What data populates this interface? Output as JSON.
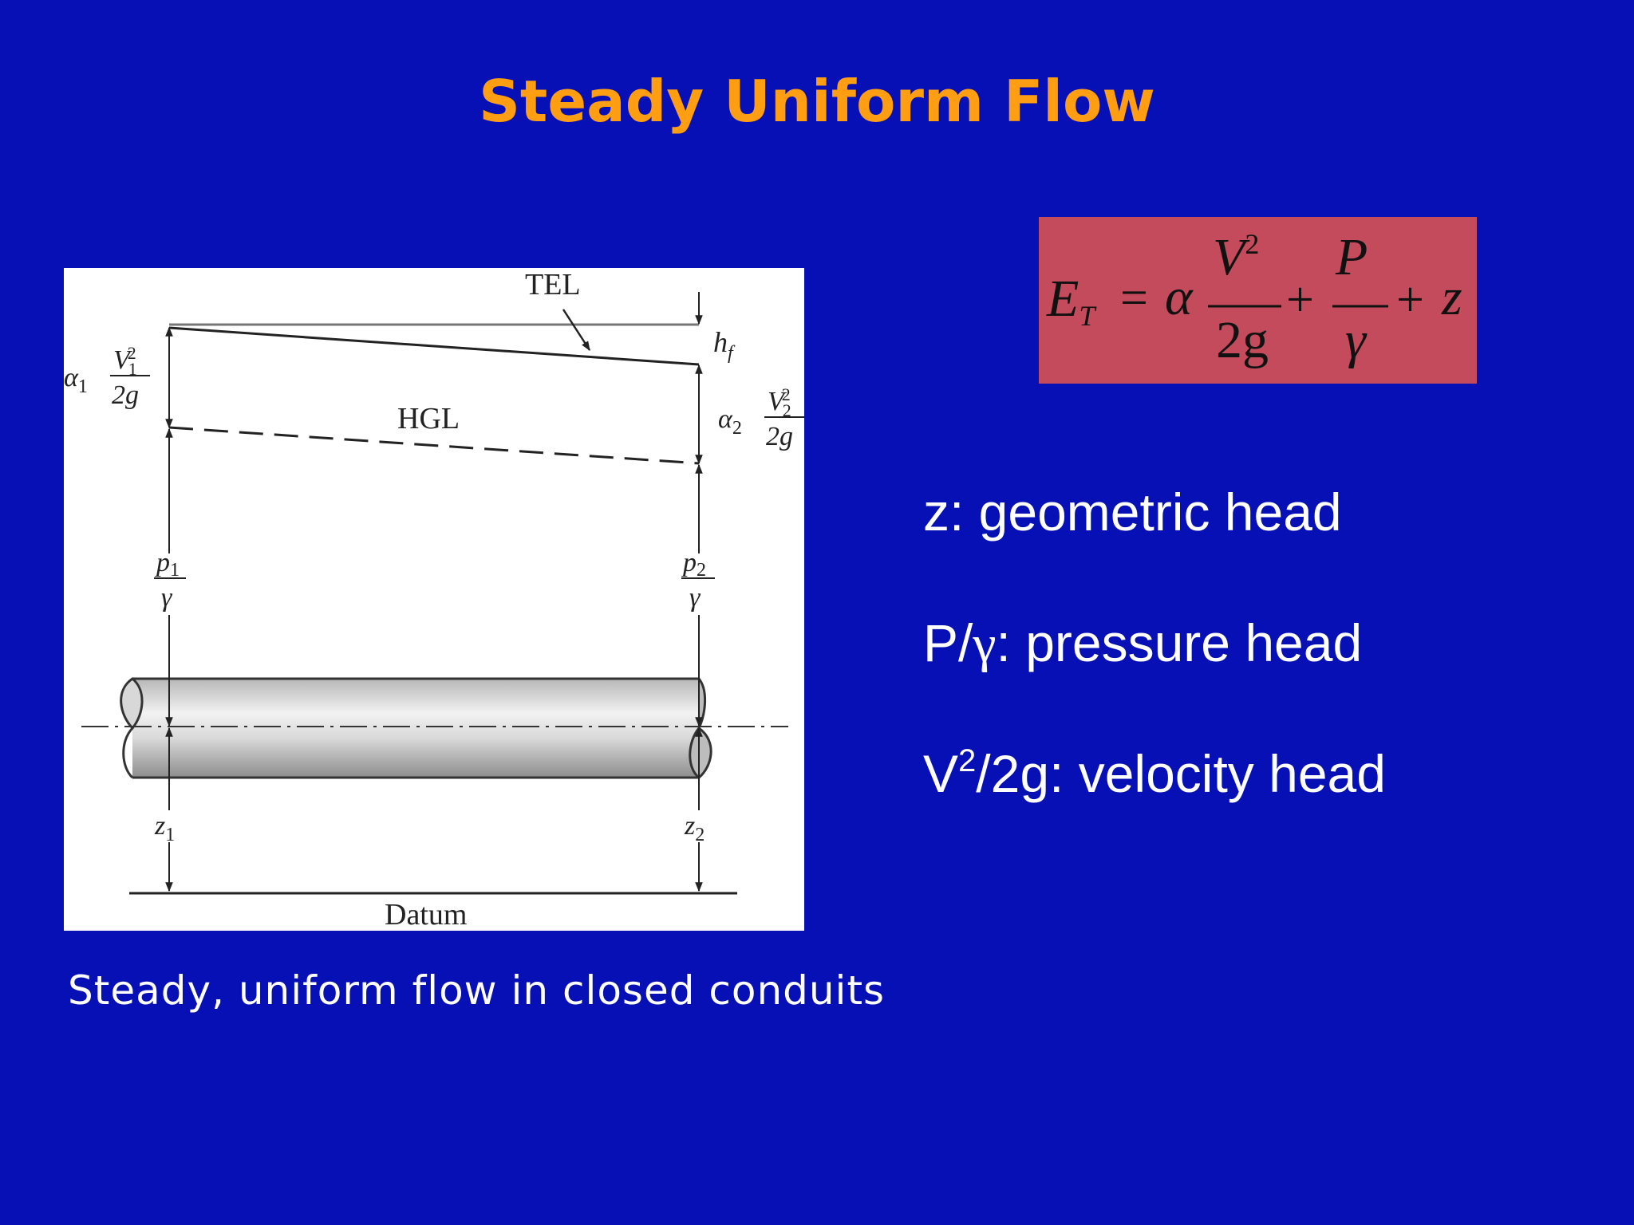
{
  "title": "Steady Uniform Flow",
  "diagram": {
    "tel_label": "TEL",
    "hgl_label": "HGL",
    "datum_label": "Datum",
    "hf_label": "h",
    "hf_sub": "f",
    "alpha1": "α",
    "alpha1_sub": "1",
    "v1": "V",
    "v1_sub": "1",
    "v1_sup": "2",
    "two_g_1": "2g",
    "alpha2": "α",
    "alpha2_sub": "2",
    "v2": "V",
    "v2_sub": "2",
    "v2_sup": "2",
    "two_g_2": "2g",
    "p1": "p",
    "p1_sub": "1",
    "gamma1": "γ",
    "p2": "p",
    "p2_sub": "2",
    "gamma2": "γ",
    "z1": "z",
    "z1_sub": "1",
    "z2": "z",
    "z2_sub": "2"
  },
  "caption": "Steady, uniform flow in closed conduits",
  "equation": {
    "lhs": "E",
    "lhs_sub": "T",
    "equals": "=",
    "alpha": "α",
    "v": "V",
    "v_sup": "2",
    "two_g": "2g",
    "plus1": "+",
    "p": "P",
    "gamma": "γ",
    "plus2": "+",
    "z": "z"
  },
  "definitions": {
    "geometric": "z: geometric head",
    "pressure_p": "P/",
    "pressure_gamma": "γ",
    "pressure_rest": ": pressure head",
    "velocity_v": "V",
    "velocity_sup": "2",
    "velocity_rest": "/2g: velocity head"
  },
  "colors": {
    "background": "#0610b4",
    "title": "#ff9e12",
    "equation_box": "#c34b5c",
    "text": "#ffffff"
  }
}
